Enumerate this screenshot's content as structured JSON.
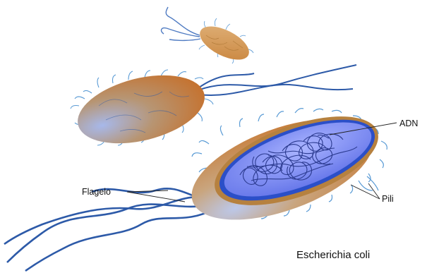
{
  "diagram": {
    "caption": "Escherichia coli",
    "labels": {
      "dna": "ADN",
      "flagellum": "Flagelo",
      "pili": "Pili"
    }
  },
  "colors": {
    "cell_orange": "#c8752b",
    "cell_blue": "#8ea5e8",
    "outer_membrane": "#b6813f",
    "inner_membrane": "#2b4fc8",
    "cytoplasm": "#6f7ff0",
    "dna": "#2b3a8f",
    "flagella": "#2d5aa8",
    "pili": "#5a9bd5"
  }
}
